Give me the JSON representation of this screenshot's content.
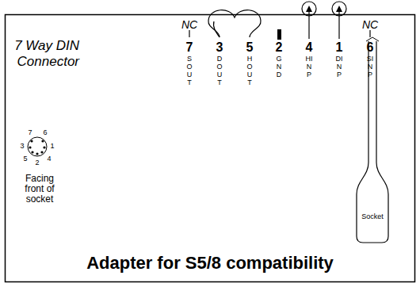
{
  "diagram": {
    "title": "Adapter for S5/8 compatibility",
    "nodes": [
      {
        "text": [
          "Socket"
        ]
      }
    ],
    "edges": [],
    "labels": [
      "NC",
      "NC",
      "7",
      "3",
      "5",
      "2",
      "4",
      "1",
      "6",
      "SOUT",
      "DOUT",
      "HOUT",
      "GND",
      "HINP",
      "DINP",
      "SINP",
      "7 Way DIN Connector",
      "7",
      "6",
      "3",
      "1",
      "5",
      "2",
      "4",
      "Facing front of socket"
    ]
  }
}
